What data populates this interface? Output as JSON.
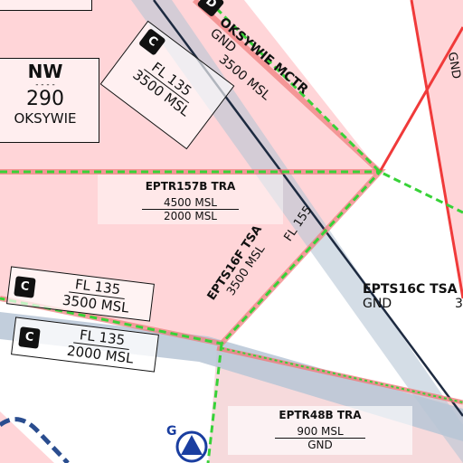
{
  "colors": {
    "restricted_fill": "#ffd5d8",
    "restricted_border": "#f07a7a",
    "red_boundary": "#f03a3a",
    "green_dash": "#37d237",
    "corridor": "#b7c6d6",
    "route_line": "#1d2a40",
    "navy_dash": "#2a4d8f"
  },
  "zones": {
    "nw_box": {
      "title": "NW",
      "dashes": "- - - -",
      "value": "290",
      "name": "OKSYWIE"
    },
    "oksywie_mctr": {
      "class": "D",
      "name": "OKSYWIE MCTR",
      "lower": "GND",
      "upper": "3500 MSL"
    },
    "upper_fl_box": {
      "class": "C",
      "upper": "FL 135",
      "lower": "3500 MSL"
    },
    "eptr157b": {
      "name": "EPTR157B TRA",
      "upper": "4500 MSL",
      "lower": "2000 MSL"
    },
    "epts16f": {
      "name": "EPTS16F TSA",
      "lower": "3500 MSL",
      "fl": "FL 155"
    },
    "left_box_1": {
      "class": "C",
      "upper": "FL 135",
      "lower": "3500 MSL"
    },
    "left_box_2": {
      "class": "C",
      "upper": "FL 135",
      "lower": "2000 MSL"
    },
    "epts16c": {
      "name": "EPTS16C TSA",
      "lower": "GND",
      "cut": "3"
    },
    "eptr48b": {
      "name": "EPTR48B TRA",
      "upper": "900 MSL",
      "lower": "GND"
    },
    "top_right_gnd": "GND",
    "beacon": {
      "letter": "G",
      "icon": "navaid-triangle-icon"
    }
  }
}
